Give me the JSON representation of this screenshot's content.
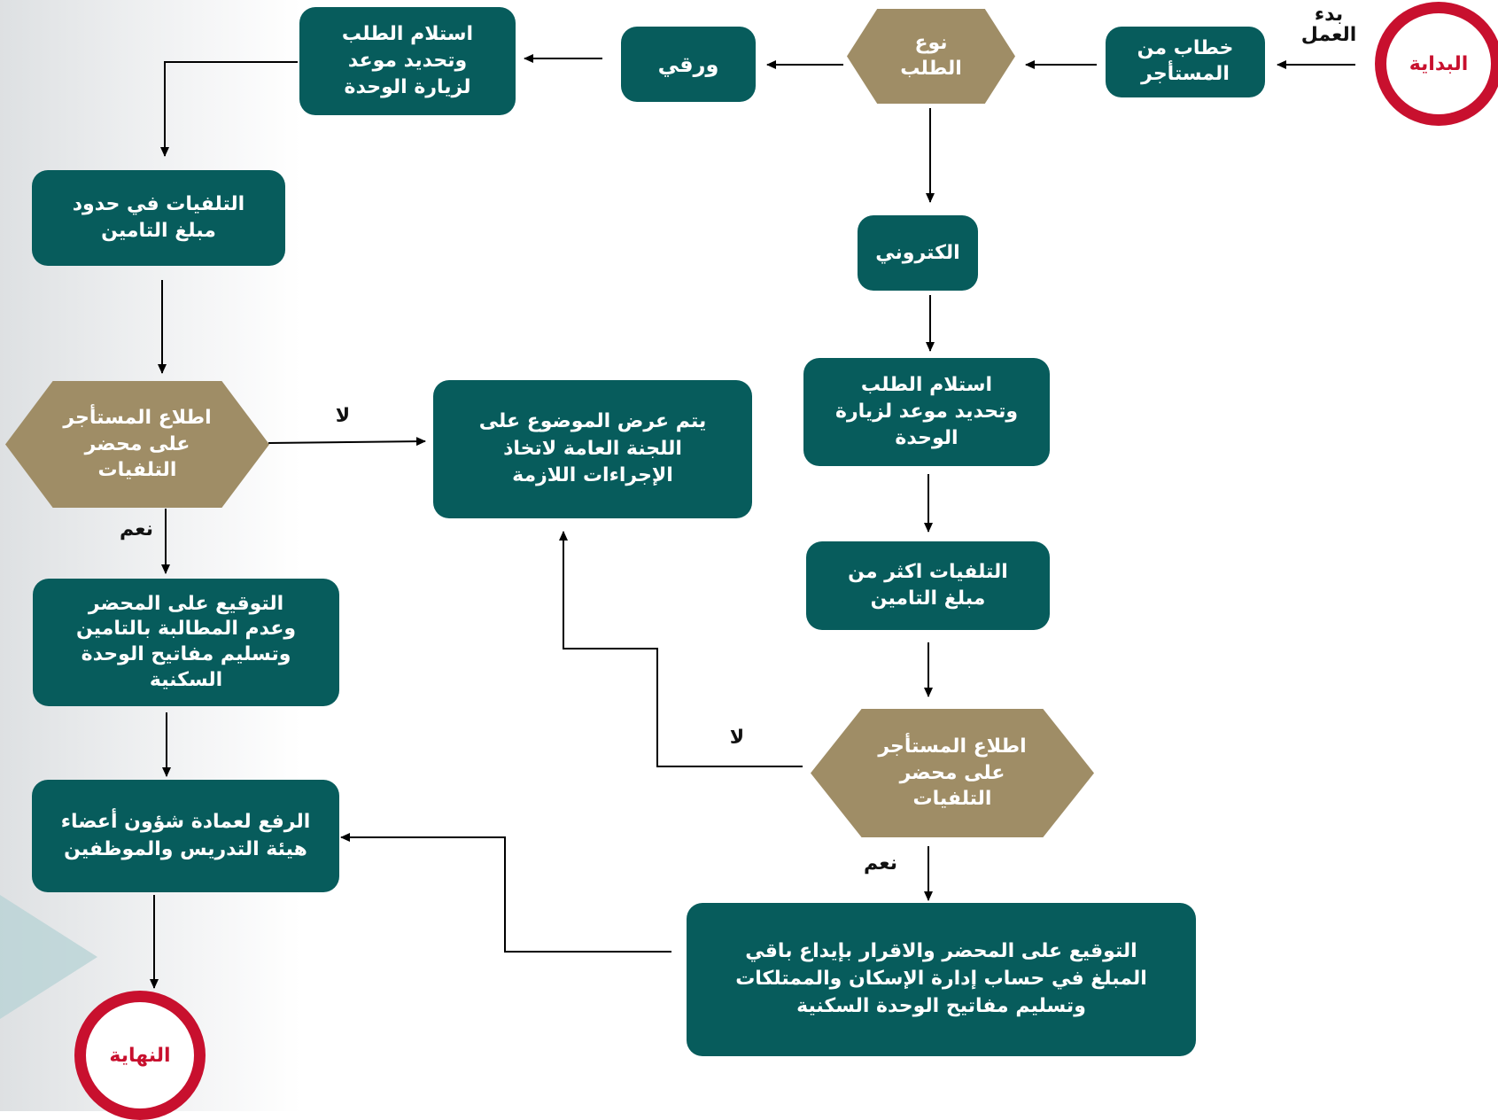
{
  "start": "البداية",
  "end": "النهاية",
  "start_label": "بدء\nالعمل",
  "nodes": {
    "tenant_letter": "خطاب من\nالمستأجر",
    "request_type": "نوع\nالطلب",
    "paper": "ورقي",
    "receive_paper": "استلام الطلب\nوتحديد موعد\nلزيارة الوحدة",
    "electronic": "الكتروني",
    "receive_electronic": "استلام الطلب\nوتحديد موعد لزيارة\nالوحدة",
    "damage_within": "التلفيات في حدود\nمبلغ التامين",
    "damage_exceeds": "التلفيات اكثر من\nمبلغ التامين",
    "review_left": "اطلاع المستأجر\nعلى محضر\nالتلفيات",
    "review_right": "اطلاع المستأجر\nعلى محضر\nالتلفيات",
    "committee": "يتم عرض الموضوع على\nاللجنة العامة لاتخاذ\nالإجراءات اللازمة",
    "sign_left": "التوقيع على المحضر\nوعدم المطالبة بالتامين\nوتسليم مفاتيح الوحدة\nالسكنية",
    "sign_right": "التوقيع على المحضر والاقرار بإيداع باقي\nالمبلغ في حساب إدارة الإسكان والممتلكات\nوتسليم مفاتيح الوحدة السكنية",
    "escalate": "الرفع لعمادة شؤون أعضاء\nهيئة التدريس والموظفين"
  },
  "labels": {
    "no_left": "لا",
    "yes_left": "نعم",
    "no_right": "لا",
    "yes_right": "نعم"
  },
  "colors": {
    "box": "#075c5c",
    "decision": "#9f8d66",
    "terminal": "#c8102e"
  }
}
